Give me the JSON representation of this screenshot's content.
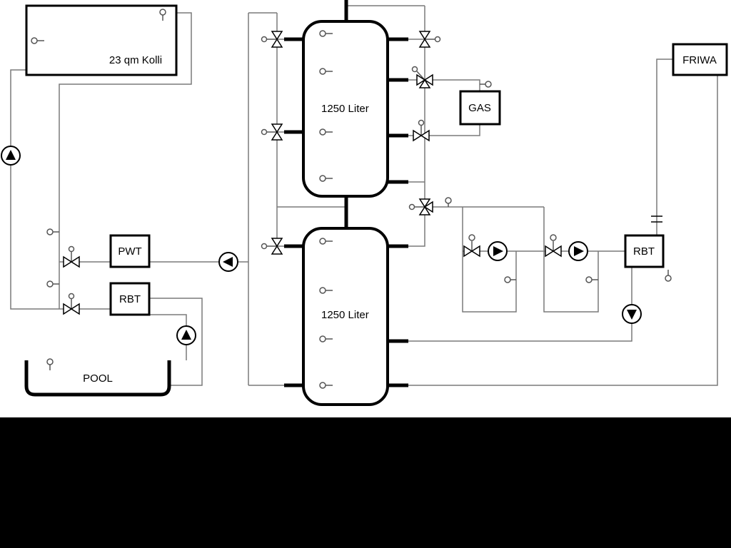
{
  "diagram": {
    "title": "heating-system-schematic",
    "colors": {
      "background": "#ffffff",
      "letterbox": "#000000",
      "pipe_thin": "#7a7a7a",
      "pipe_thick": "#000000",
      "component_outline": "#000000"
    },
    "labels": {
      "collector": "23 qm Kolli",
      "tank_upper": "1250 Liter",
      "tank_lower": "1250 Liter",
      "pwt": "PWT",
      "rbt_left": "RBT",
      "rbt_right": "RBT",
      "pool": "POOL",
      "gas": "GAS",
      "friwa": "FRIWA"
    }
  }
}
